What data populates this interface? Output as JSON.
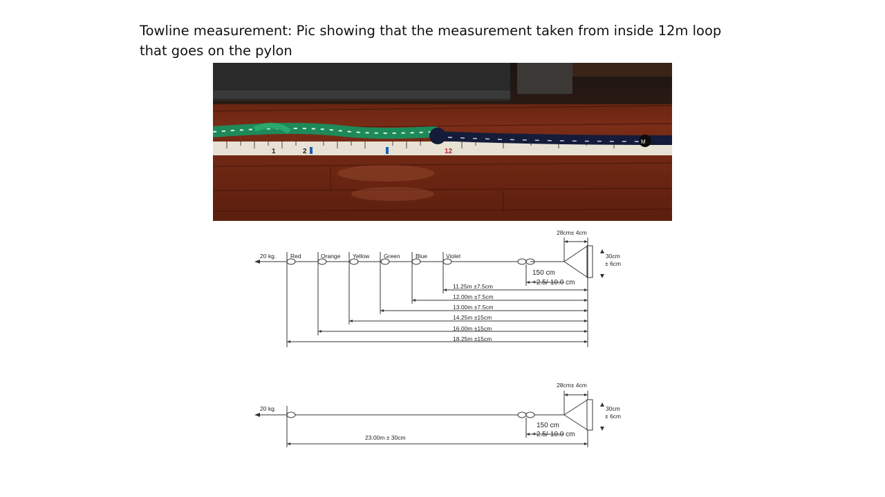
{
  "slide": {
    "title_line1": "Towline measurement:  Pic showing that  the measurement taken from inside  12m loop",
    "title_line2": "that goes on the pylon"
  },
  "photo": {
    "tape_numbers": [
      "1",
      "2",
      "12",
      "M"
    ]
  },
  "diagram_top": {
    "weight": "20 kg.",
    "colors": [
      "Red",
      "Orange",
      "Yellow",
      "Green",
      "Blue",
      "Violet"
    ],
    "bridle_width": "28cm± 4cm",
    "bridle_height": "30cm",
    "bridle_height_tol": "± 6cm",
    "loop_length": "150 cm",
    "loop_tol": "+2.5/-10.0 cm",
    "measurements": [
      "11.25m  ±7.5cm",
      "12.00m  ±7.5cm",
      "13.00m  ±7.5cm",
      "14.25m  ±15cm",
      "16.00m  ±15cm",
      "18.25m  ±15cm"
    ]
  },
  "diagram_bottom": {
    "weight": "20 kg.",
    "bridle_width": "28cm± 4cm",
    "bridle_height": "30cm",
    "bridle_height_tol": "± 6cm",
    "loop_length": "150 cm",
    "loop_tol": "+2.5/-10.0 cm",
    "measurement": "23.00m  ± 30cm"
  }
}
